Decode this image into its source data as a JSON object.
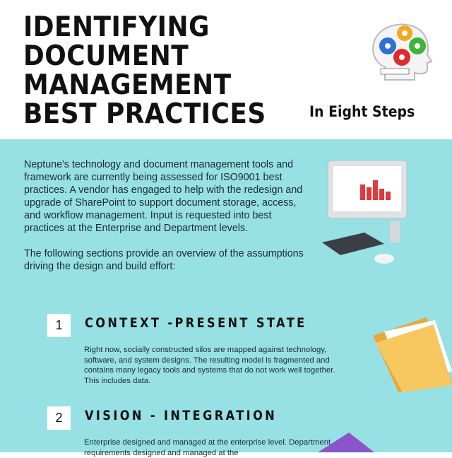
{
  "header": {
    "title_lines": [
      "IDENTIFYING",
      "DOCUMENT",
      "MANAGEMENT",
      "BEST PRACTICES"
    ],
    "subtitle": "In Eight Steps"
  },
  "intro": {
    "paragraphs": [
      "Neptune's technology and document management tools and framework are currently being assessed for ISO9001 best practices. A vendor has engaged to help with the redesign and upgrade of SharePoint to support document storage, access, and workflow management. Input is requested into best practices at the Enterprise and Department levels.",
      "The following sections provide an overview of the assumptions driving the design and build effort:"
    ]
  },
  "steps": [
    {
      "number": "1",
      "title": "CONTEXT -PRESENT STATE",
      "body": "Right now, socially constructed silos are mapped against technology, software, and system designs. The resulting model is fragmented and contains many legacy tools and systems that do not work well together. This includes data."
    },
    {
      "number": "2",
      "title": "VISION - INTEGRATION",
      "body": "Enterprise designed and managed at the enterprise level. Department requirements designed and managed at the"
    }
  ],
  "colors": {
    "background": "#97e0e3",
    "accent_purple": "#8a55c9",
    "folder": "#f6c85f"
  },
  "icons": [
    "brain-gears-logo",
    "computer-icon",
    "folder-icon"
  ]
}
